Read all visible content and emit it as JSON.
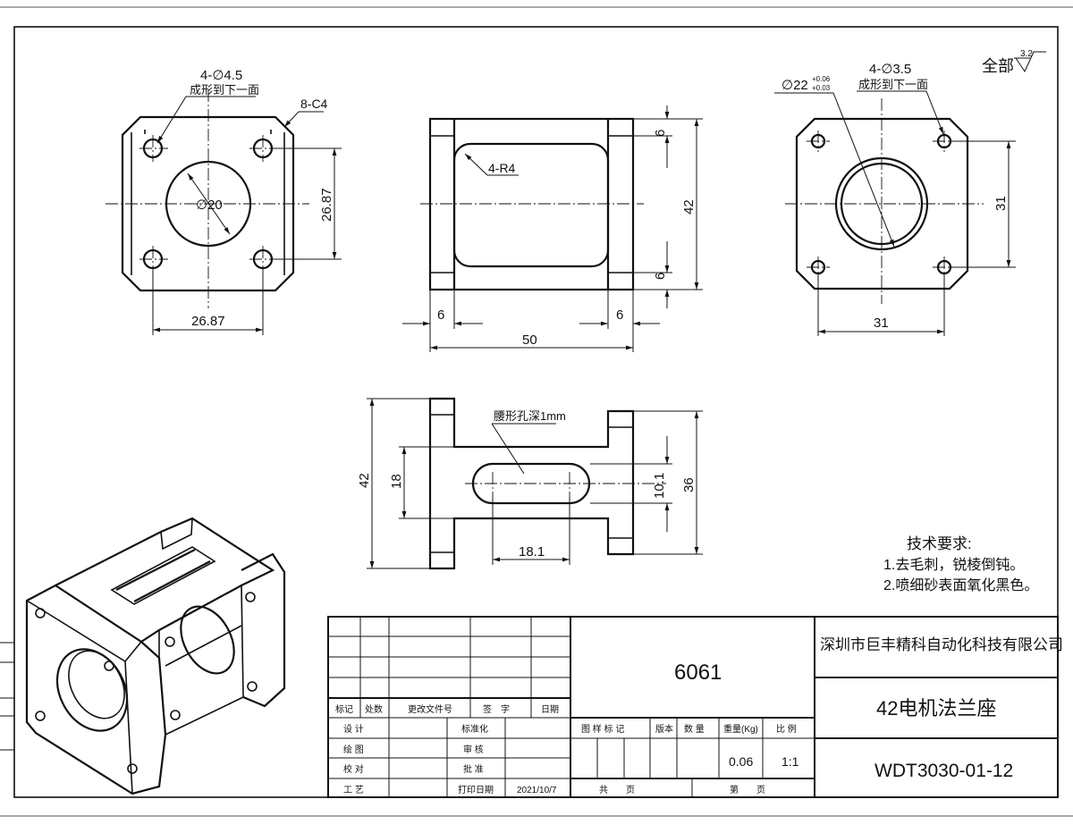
{
  "front_view": {
    "hole_callout": "4-∅4.5",
    "hole_note": "成形到下一面",
    "chamfer": "8-C4",
    "bore": "∅20",
    "dim_vertical": "26.87",
    "dim_horizontal": "26.87"
  },
  "side_view": {
    "radius": "4-R4",
    "dim_top": "6",
    "dim_bottom": "6",
    "dim_height": "42",
    "dim_left": "6",
    "dim_right": "6",
    "dim_width": "50"
  },
  "rear_view": {
    "bore": "∅22",
    "bore_tol_upper": "+0.06",
    "bore_tol_lower": "+0.03",
    "hole_callout": "4-∅3.5",
    "hole_note": "成形到下一面",
    "dim_vertical": "31",
    "dim_horizontal": "31"
  },
  "roughness": {
    "label": "全部",
    "value": "3.2"
  },
  "top_view": {
    "slot_note": "腰形孔深1mm",
    "dim_42": "42",
    "dim_18": "18",
    "dim_10_1": "10.1",
    "dim_36": "36",
    "dim_18_1": "18.1"
  },
  "tech_requirements": {
    "title": "技术要求:",
    "items": [
      "1.去毛刺，锐棱倒钝。",
      "2.喷细砂表面氧化黑色。"
    ]
  },
  "title_block": {
    "material": "6061",
    "company": "深圳市巨丰精科自动化科技有限公司",
    "part_name": "42电机法兰座",
    "drawing_number": "WDT3030-01-12",
    "rev_headers": [
      "标记",
      "处数",
      "更改文件号",
      "签　字",
      "日期"
    ],
    "sign_labels_left": [
      "设 计",
      "绘 图",
      "校 对",
      "工 艺"
    ],
    "sign_labels_mid": [
      "标准化",
      "审 核",
      "批 准",
      "打印日期"
    ],
    "print_date": "2021/10/7",
    "info_headers": [
      "图 样 标 记",
      "版本",
      "数 量",
      "重量(Kg)",
      "比 例"
    ],
    "weight": "0.06",
    "scale": "1:1",
    "sheets_total_label": "共　　页",
    "sheet_label": "第　　页"
  }
}
